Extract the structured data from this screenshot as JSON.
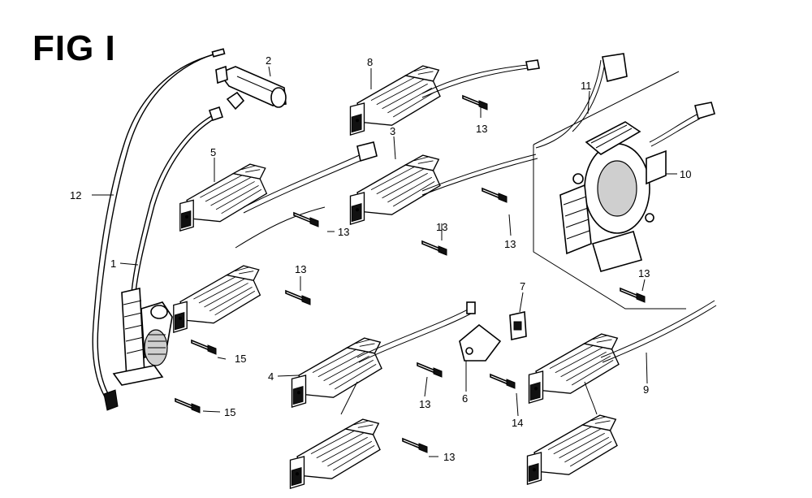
{
  "figure": {
    "title": "FIG I"
  },
  "callouts": [
    {
      "id": "c1",
      "label": "1"
    },
    {
      "id": "c2",
      "label": "2"
    },
    {
      "id": "c3",
      "label": "3"
    },
    {
      "id": "c4",
      "label": "4"
    },
    {
      "id": "c5",
      "label": "5"
    },
    {
      "id": "c6",
      "label": "6"
    },
    {
      "id": "c7",
      "label": "7"
    },
    {
      "id": "c8",
      "label": "8"
    },
    {
      "id": "c9",
      "label": "9"
    },
    {
      "id": "c10",
      "label": "10"
    },
    {
      "id": "c11",
      "label": "11"
    },
    {
      "id": "c12",
      "label": "12"
    },
    {
      "id": "c13a",
      "label": "13"
    },
    {
      "id": "c13b",
      "label": "13"
    },
    {
      "id": "c13c",
      "label": "13"
    },
    {
      "id": "c13d",
      "label": "13"
    },
    {
      "id": "c13e",
      "label": "13"
    },
    {
      "id": "c13f",
      "label": "13"
    },
    {
      "id": "c13g",
      "label": "13"
    },
    {
      "id": "c13h",
      "label": "13"
    },
    {
      "id": "c14",
      "label": "14"
    },
    {
      "id": "c15a",
      "label": "15"
    },
    {
      "id": "c15b",
      "label": "15"
    }
  ]
}
